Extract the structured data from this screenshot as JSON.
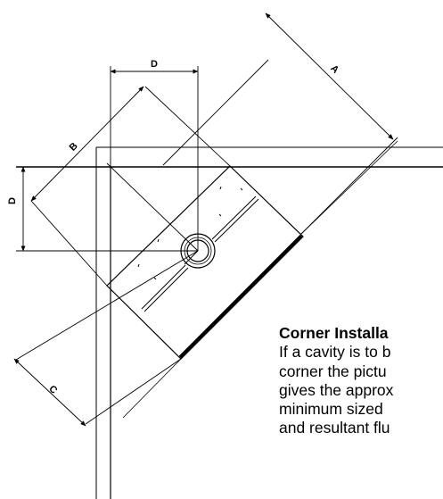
{
  "diagram": {
    "dimension_labels": {
      "a": "A",
      "b": "B",
      "c": "C",
      "d_top": "D",
      "d_left": "D"
    }
  },
  "caption": {
    "title": "Corner Installa",
    "lines": [
      "If a cavity is to b",
      "corner the pictu",
      "gives the approx",
      "minimum sized",
      "and resultant flu"
    ]
  }
}
